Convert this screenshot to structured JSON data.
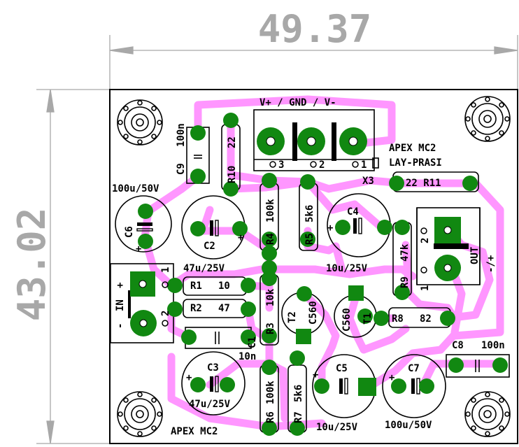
{
  "colors": {
    "trace": "#ff96ff",
    "pad": "#118811",
    "pad_hole": "#ffffff",
    "silk": "#000000",
    "dimension": "#a8a8a8",
    "board_fill": "#ffffff"
  },
  "dimensions": {
    "width": "49.37",
    "height": "43.02"
  },
  "texts": {
    "connector_top": "V+ / GND / V-",
    "title_1": "APEX MC2",
    "title_2": "LAY-PRASI",
    "title_bottom": "APEX MC2",
    "x3": "X3",
    "x3_p3": "3",
    "x3_p2": "2",
    "x3_p1": "1",
    "c6_value": "100u/50V",
    "c6": "C6",
    "c2": "C2",
    "c2_value": "47u/25V",
    "c9": "C9",
    "c9_value": "100n",
    "r10": "R10",
    "r10_value": "22",
    "r4": "R4",
    "r4_value": "100k",
    "r5": "R5",
    "r5_value": "5k6",
    "c4": "C4",
    "c4_value": "10u/25V",
    "r11_line": "22 R11",
    "r9": "R9",
    "r9_value": "47k",
    "out": "OUT",
    "out_pol": "-/+",
    "in": "IN",
    "in_plus": "+",
    "in_minus": "-",
    "in_p1": "1",
    "in_p2": "2",
    "out_p1": "1",
    "out_p2": "2",
    "r1": "R1",
    "r1_value": "10",
    "r2": "R2",
    "r2_value": "47",
    "r3": "R3",
    "r3_value": "10k",
    "t2": "T2",
    "t2_type": "C560",
    "t1": "T1",
    "t1_type": "C560",
    "r8": "R8",
    "r8_value": "82",
    "c1": "C1",
    "c1_value": "10n",
    "c8": "C8",
    "c8_value": "100n",
    "c3": "C3",
    "c3_value": "47u/25V",
    "r6": "R6",
    "r6_value": "100k",
    "r7": "R7",
    "r7_value": "5k6",
    "c5": "C5",
    "c5_value": "10u/25V",
    "c7": "C7",
    "c7_value": "100u/50V",
    "plus": "+"
  }
}
